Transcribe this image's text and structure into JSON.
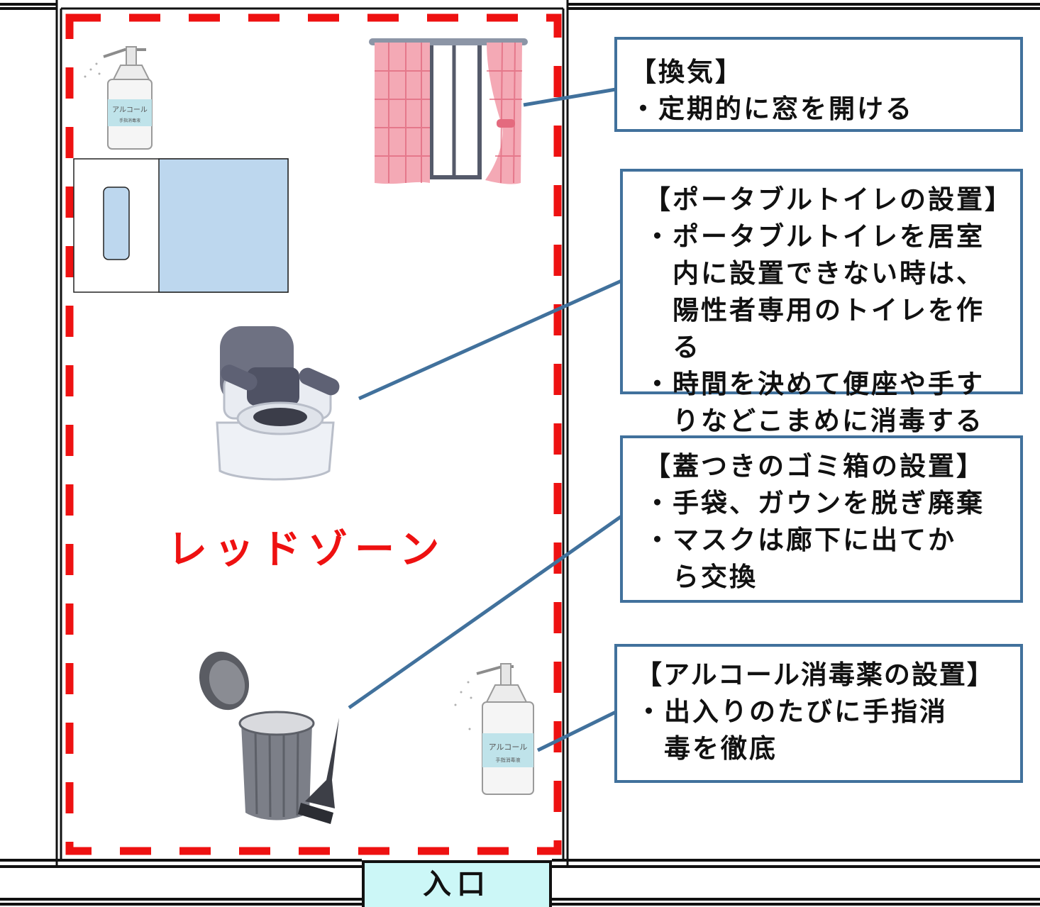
{
  "zone_label": "レッドゾーン",
  "entrance_label": "入口",
  "bottle_label": {
    "brand": "アルコール",
    "sub": "手指消毒液"
  },
  "callouts": {
    "ventilation": {
      "title": "【換気】",
      "bullets": [
        "定期的に窓を開ける"
      ]
    },
    "toilet": {
      "title": "【ポータブルトイレの設置】",
      "bullets": [
        "ポータブルトイレを居室内に設置できない時は、陽性者専用のトイレを作る",
        "時間を決めて便座や手すりなどこまめに消毒する"
      ]
    },
    "trash": {
      "title": "【蓋つきのゴミ箱の設置】",
      "bullets": [
        "手袋、ガウンを脱ぎ廃棄",
        "マスクは廊下に出てから交換"
      ]
    },
    "alcohol": {
      "title": "【アルコール消毒薬の設置】",
      "bullets": [
        "出入りのたびに手指消毒を徹底"
      ]
    }
  },
  "colors": {
    "zone": "#ee1111",
    "callout_border": "#41719c",
    "leader_line": "#41719c",
    "entrance_fill": "#ccf7f7",
    "bed": "#bdd7ee",
    "curtain": "#f4a9b5"
  },
  "icons": [
    "window-curtain-icon",
    "alcohol-bottle-icon",
    "bed-icon",
    "portable-toilet-icon",
    "trash-can-icon"
  ]
}
